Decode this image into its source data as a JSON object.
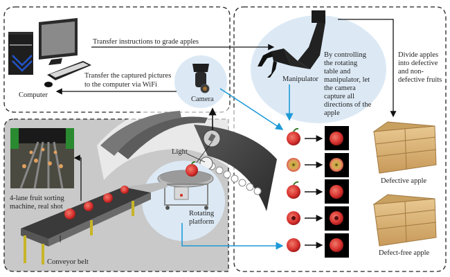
{
  "regions": {
    "computer_panel": "Computer section",
    "sorting_panel": "Sorting machine section",
    "grading_panel": "Grading section"
  },
  "labels": {
    "computer": "Computer",
    "camera": "Camera",
    "light": "Light",
    "manipulator": "Manipulator",
    "rotating_platform_line1": "Rotating",
    "rotating_platform_line2": "platform",
    "conveyor_belt": "Conveyor belt",
    "real_shot_line1": "4-lane fruit sorting",
    "real_shot_line2": "machine, real shot",
    "defective_apple": "Defective apple",
    "defect_free_apple": "Defect-free apple"
  },
  "annotations": {
    "transfer_instructions": "Transfer instructions to grade apples",
    "transfer_pictures_line1": "Transfer the captured pictures",
    "transfer_pictures_line2": "to the computer via WiFi",
    "manipulator_desc": [
      "By controlling",
      "the rotating",
      "table and",
      "manipulator, let",
      "the camera",
      "capture all",
      "directions of the",
      "apple"
    ],
    "divide_desc": [
      "Divide apples",
      "into defective",
      "and non-",
      "defective fruits"
    ]
  },
  "apple_rows": [
    {
      "type": "whole-apple"
    },
    {
      "type": "stem-end-defect"
    },
    {
      "type": "whole-apple"
    },
    {
      "type": "calyx-end"
    },
    {
      "type": "bottom-apple"
    }
  ],
  "colors": {
    "accent_blue": "#1e9ad6",
    "bubble_blue": "#dce9f5",
    "panel_gray": "#c9c9c9",
    "apple_red": "#d8322f",
    "crate_wood": "#d8b47a"
  }
}
